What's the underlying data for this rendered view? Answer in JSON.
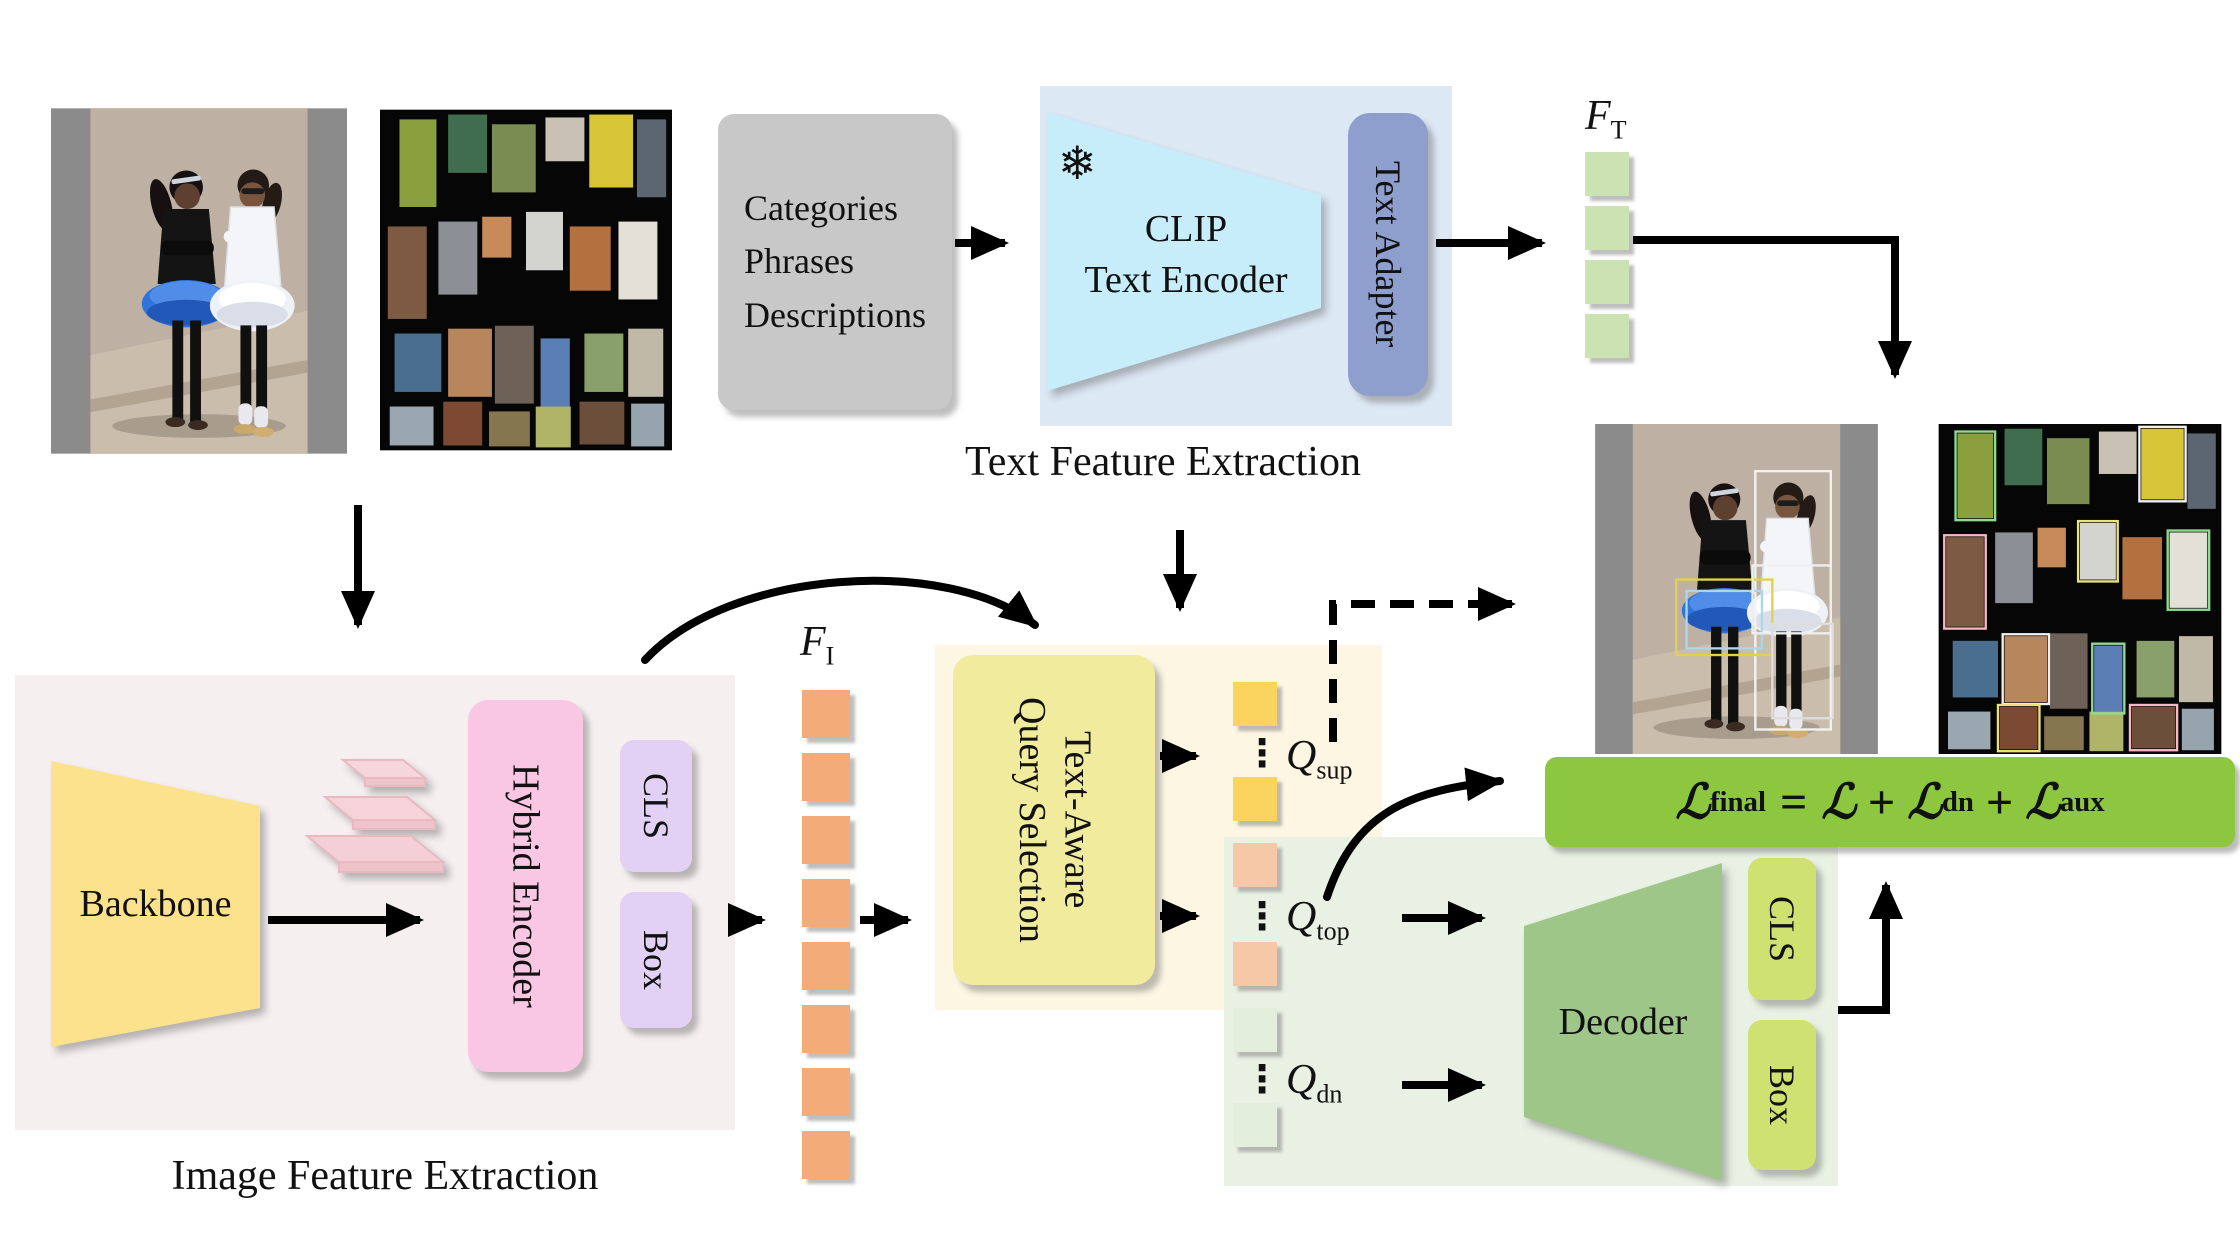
{
  "text_branch": {
    "input_lines": [
      "Categories",
      "Phrases",
      "Descriptions"
    ],
    "encoder_line1": "CLIP",
    "encoder_line2": "Text Encoder",
    "adapter_label": "Text Adapter",
    "snowflake_icon": "❄",
    "section_label": "Text Feature Extraction",
    "ft_base": "F",
    "ft_sub": "T"
  },
  "image_branch": {
    "backbone_label": "Backbone",
    "encoder_label": "Hybrid Encoder",
    "cls_label": "CLS",
    "box_label": "Box",
    "section_label": "Image Feature Extraction",
    "fi_base": "F",
    "fi_sub": "I"
  },
  "query_selection": {
    "line1": "Text-Aware",
    "line2": "Query Selection",
    "dots": "⋮",
    "q_base": "Q",
    "sup_sub": "sup",
    "top_sub": "top",
    "dn_sub": "dn"
  },
  "decoder_branch": {
    "decoder_label": "Decoder",
    "cls_label": "CLS",
    "box_label": "Box"
  },
  "loss": {
    "l": "ℒ",
    "sub_final": "final",
    "equals": "=",
    "plus": "+",
    "sub_dn": "dn",
    "sub_aux": "aux"
  },
  "colors": {
    "accent_loss_green": "#8dc63f",
    "clip_trapezoid": "#c7ecfa",
    "text_adapter": "#8e9fce",
    "backbone_yellow": "#fce28c",
    "hybrid_pink": "#f9c7e4",
    "cls_purple": "#e2d0f5",
    "query_yellow": "#f1eb9e",
    "decoder_green": "#9dc688",
    "decoder_head_green": "#cfe170",
    "token_green": "#cbe2b3",
    "token_orange": "#f2ab79",
    "token_gold": "#fbd45f",
    "token_salmon": "#f6c8a8",
    "token_pale_green": "#e3eedd"
  }
}
